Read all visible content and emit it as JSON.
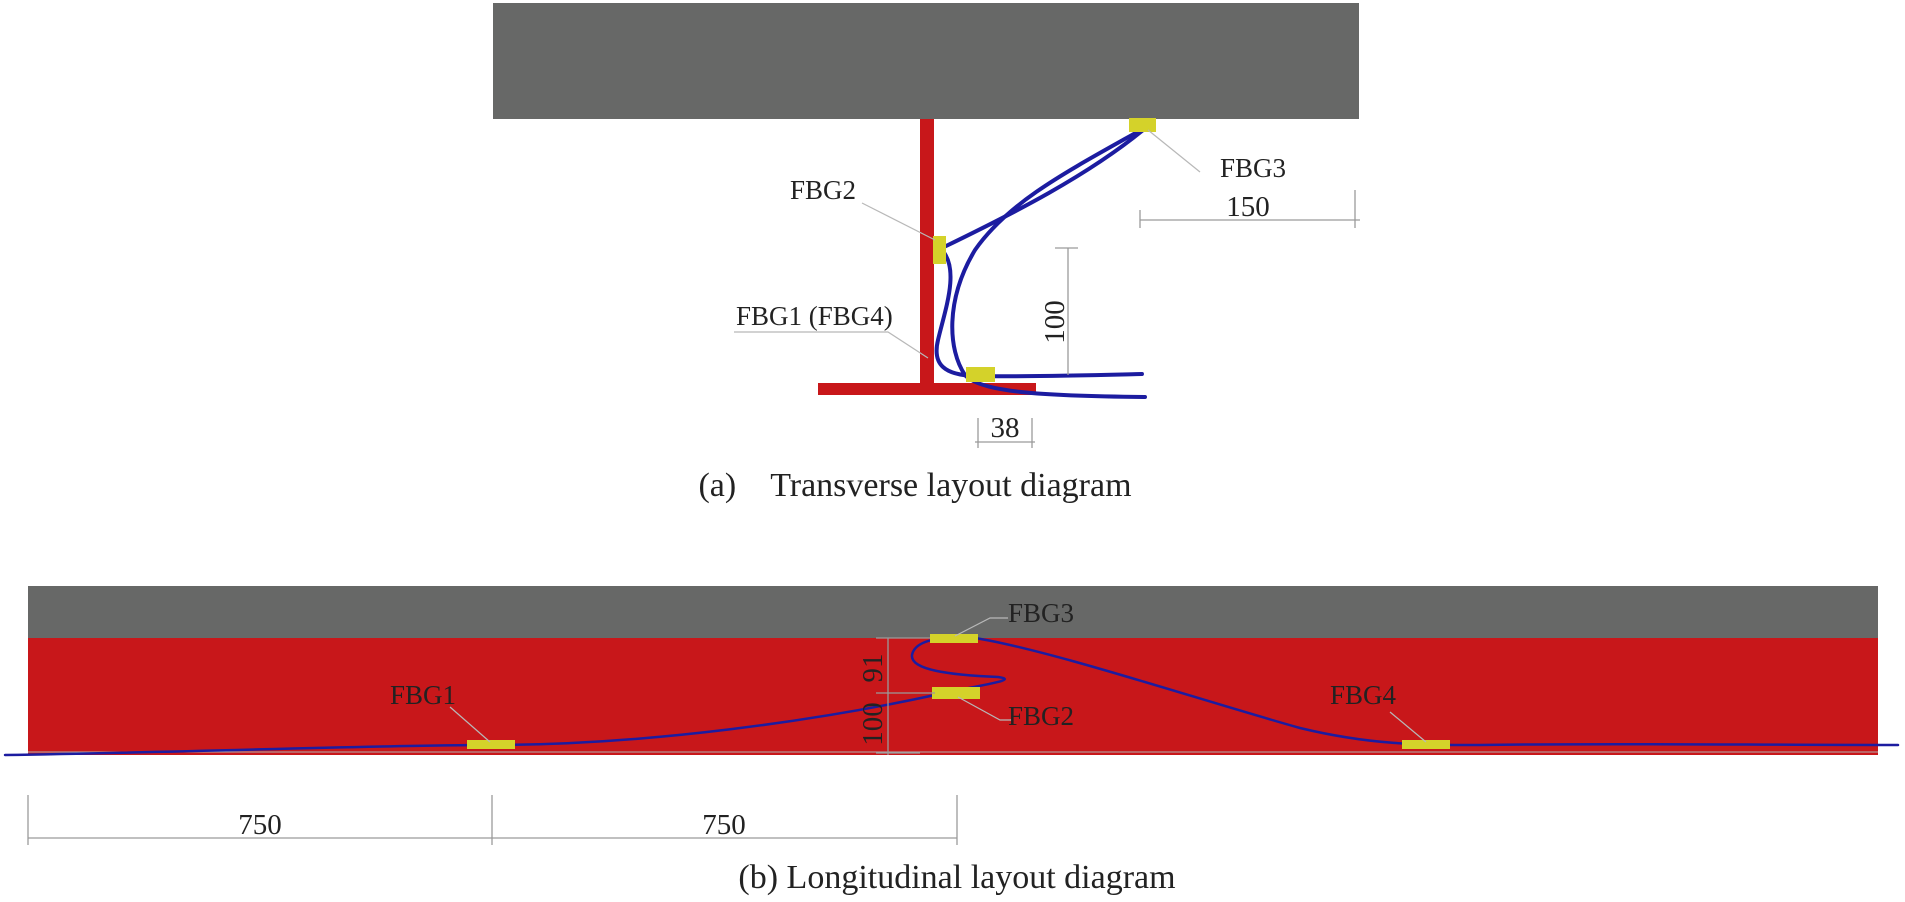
{
  "colors": {
    "deck": "#676867",
    "girder": "#c8171a",
    "fiber": "#1c1ca0",
    "sensor": "#d4d22a"
  },
  "transverse": {
    "caption": "(a) Transverse layout diagram",
    "labels": {
      "fbg2": "FBG2",
      "fbg3": "FBG3",
      "fbg1_fbg4": "FBG1 (FBG4)"
    },
    "dimensions": {
      "horizontal_top": "150",
      "vertical": "100",
      "horizontal_bottom": "38"
    }
  },
  "longitudinal": {
    "caption": "(b) Longitudinal layout diagram",
    "labels": {
      "fbg1": "FBG1",
      "fbg2": "FBG2",
      "fbg3": "FBG3",
      "fbg4": "FBG4"
    },
    "dimensions": {
      "vertical_upper": "91",
      "vertical_lower": "100",
      "span_left": "750",
      "span_right": "750"
    }
  }
}
